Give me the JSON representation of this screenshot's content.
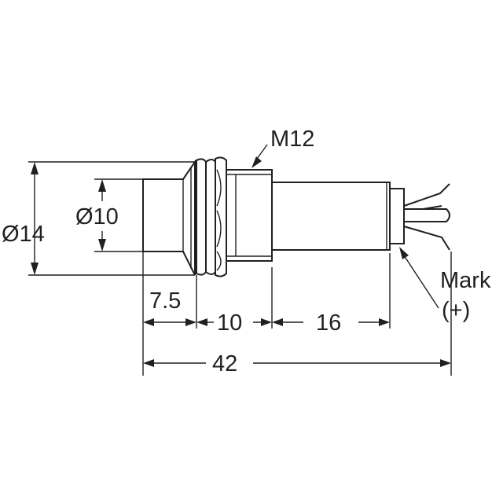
{
  "diagram": {
    "labels": {
      "thread": "M12",
      "outer_diameter": "Ø14",
      "inner_diameter": "Ø10",
      "mark": "Mark",
      "polarity": "(+)",
      "dim_head": "7.5",
      "dim_nut": "10",
      "dim_body": "16",
      "dim_total": "42"
    },
    "colors": {
      "ink": "#231f20",
      "background": "#ffffff"
    }
  }
}
